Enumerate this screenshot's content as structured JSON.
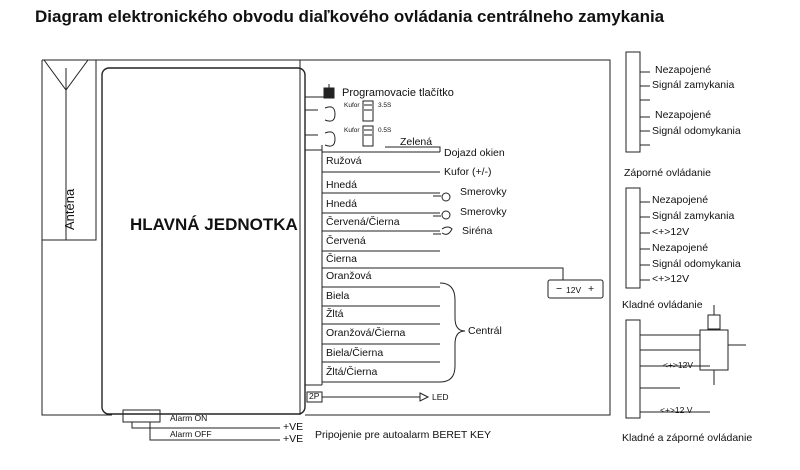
{
  "title": "Diagram elektronického obvodu diaľkového ovládania centrálneho zamykania",
  "main_unit": "HLAVNÁ JEDNOTKA",
  "antenna": "Anténa",
  "button_label": "Programovacie tlačítko",
  "switch_labels": {
    "kufor1": "Kufor",
    "val1": "3.5S",
    "kufor2": "Kufor",
    "val2": "0.5S"
  },
  "wires": {
    "zelena": "Zelená",
    "dojazd": "Dojazd okien",
    "ruzova": "Ružová",
    "kufor": "Kufor (+/-)",
    "hneda1": "Hnedá",
    "smerovky1": "Smerovky",
    "hneda2": "Hnedá",
    "smerovky2": "Smerovky",
    "cervena_cierna": "Červená/Čierna",
    "sirena": "Siréna",
    "cervena": "Červená",
    "cierna": "Čierna",
    "oranzova": "Oranžová",
    "biela": "Biela",
    "zlta": "Žltá",
    "oranzova_cierna": "Oranžová/Čierna",
    "biela_cierna": "Biela/Čierna",
    "zlta_cierna": "Žltá/Čierna",
    "central": "Centrál",
    "twop": "2P",
    "led": "LED"
  },
  "battery": {
    "minus": "−",
    "v": "12V",
    "plus": "+"
  },
  "alarm": {
    "on": "Alarm ON",
    "off": "Alarm OFF",
    "ve1": "+VE",
    "ve2": "+VE",
    "note": "Pripojenie pre autoalarm BERET KEY"
  },
  "right": {
    "neg": {
      "a": "Nezapojené",
      "b": "Signál zamykania",
      "c": "Nezapojené",
      "d": "Signál odomykania",
      "caption": "Záporné ovládanie"
    },
    "pos": {
      "a": "Nezapojené",
      "b": "Signál zamykania",
      "c": "<+>12V",
      "d": "Nezapojené",
      "e": "Signál odomykania",
      "f": "<+>12V",
      "caption": "Kladné ovládanie"
    },
    "both": {
      "a": "<+>12V",
      "b": "<+>12 V",
      "caption": "Kladné a záporné ovládanie"
    }
  }
}
